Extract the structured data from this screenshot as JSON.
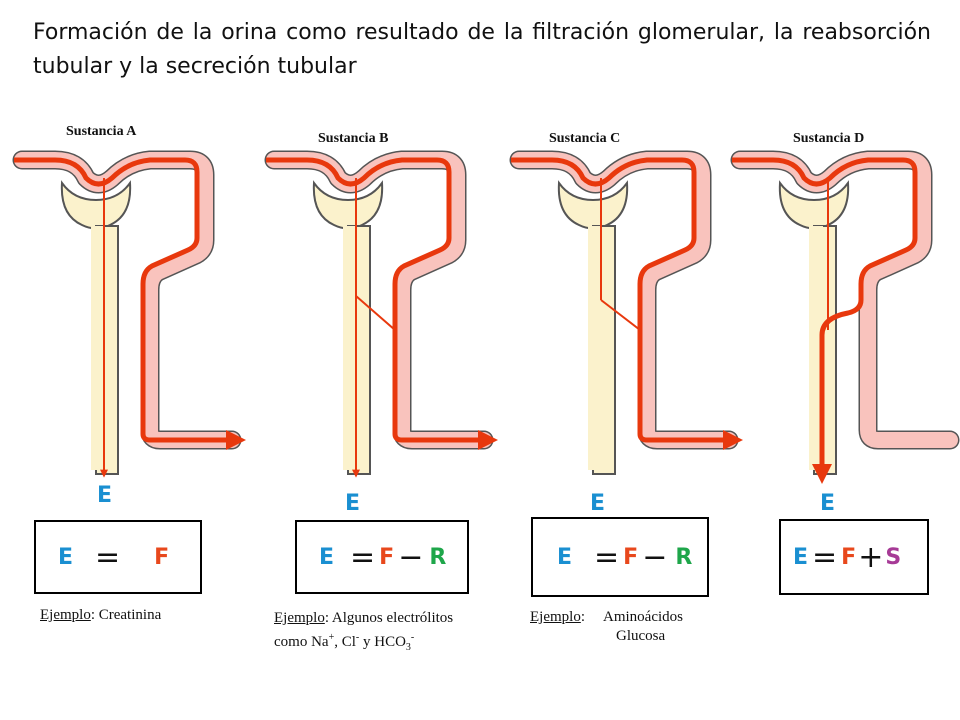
{
  "title": "Formación de la orina como resultado de la filtración glomerular, la reabsorción tubular y la secreción tubular",
  "colors": {
    "tubule_fill": "#f9c3bd",
    "tubule_pale": "#fbf2cc",
    "tubule_outline": "#555555",
    "flow": "#e8380d",
    "E": "#1a8fd1",
    "F": "#e8481c",
    "R": "#1ea64a",
    "S": "#a63a96"
  },
  "panels": [
    {
      "label": "Sustancia A",
      "excreted": "E",
      "equation": {
        "lhs": "E",
        "op1": "=",
        "t1": "F"
      },
      "example_label": "Ejemplo",
      "example_text": ": Creatinina"
    },
    {
      "label": "Sustancia B",
      "excreted": "E",
      "equation": {
        "lhs": "E",
        "op1": "=",
        "t1": "F",
        "op2": "−",
        "t2": "R"
      },
      "example_label": "Ejemplo",
      "example_line1": ":  Algunos electrólitos",
      "example_line2_pre": "como Na",
      "ion1_sup": "+",
      "example_mid1": ", Cl",
      "ion2_sup": "-",
      "example_mid2": " y HCO",
      "ion3_sub": "3",
      "ion3_sup": "-"
    },
    {
      "label": "Sustancia C",
      "excreted": "E",
      "equation": {
        "lhs": "E",
        "op1": "=",
        "t1": "F",
        "op2": "−",
        "t2": "R"
      },
      "example_label": "Ejemplo",
      "example_colon": ":",
      "example_items": [
        "Aminoácidos",
        "Glucosa"
      ]
    },
    {
      "label": "Sustancia D",
      "excreted": "E",
      "equation": {
        "lhs": "E",
        "op1": "=",
        "t1": "F",
        "op2": "+",
        "t2": "S"
      }
    }
  ]
}
